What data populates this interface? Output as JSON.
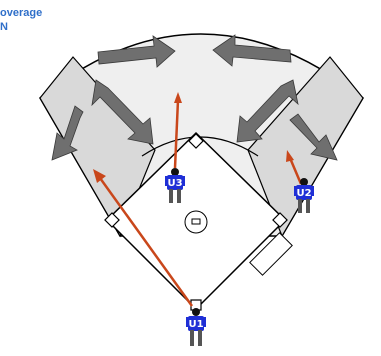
{
  "title": {
    "line1": "overage",
    "line2": "N"
  },
  "umpires": [
    {
      "label": "U1"
    },
    {
      "label": "U2"
    },
    {
      "label": "U3"
    }
  ],
  "colors": {
    "outfield_fill": "#efefef",
    "shaded_fill": "#d9d9d9",
    "arrow_gray": "#6f6f6f",
    "path_red": "#c9471b",
    "umpire_blue": "#1f2fd6",
    "title_blue": "#2f6fc9"
  }
}
